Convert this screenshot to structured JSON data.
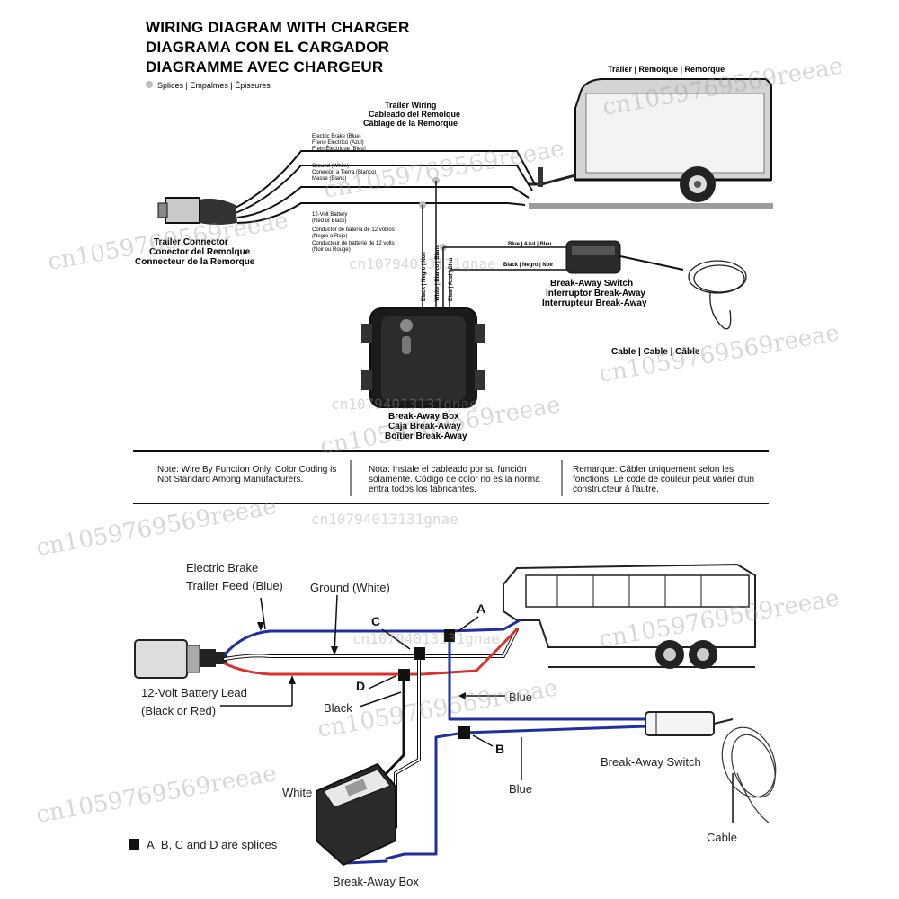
{
  "top_diagram": {
    "title_lines": [
      "WIRING DIAGRAM WITH CHARGER",
      "DIAGRAMA CON EL CARGADOR",
      "DIAGRAMME AVEC CHARGEUR"
    ],
    "splices_legend": "Splices | Empalmes | Épissures",
    "trailer_label": "Trailer | Remolque | Remorque",
    "trailer_wiring": [
      "Trailer Wiring",
      "Cableado del Remolque",
      "Câblage de la Remorque"
    ],
    "electric_brake": [
      "Electric Brake (Blue)",
      "Freno Eléctrico (Azul)",
      "Frein Électrique (Bleu)"
    ],
    "ground": [
      "Ground (White)",
      "Conexión a Tierra (Blanco)",
      "Masse (Blanc)"
    ],
    "battery": [
      "12-Volt Battery",
      "(Red or Black)",
      "Conductor de batería de 12 voltios",
      "(Negro o Rojo)",
      "Conducteur de batterie de 12 volts",
      "(Noir ou Rouge)"
    ],
    "trailer_connector": [
      "Trailer Connector",
      "Conector del Remolque",
      "Connecteur de la Remorque"
    ],
    "wire_black": "Black | Negro | Noir",
    "wire_white": "White | Blanco | Blanc",
    "wire_blue": "Blue | Azul | Bleu",
    "switch_blue": "Blue | Azul | Bleu",
    "switch_black": "Black | Negro | Noir",
    "breakaway_switch": [
      "Break-Away Switch",
      "Interruptor Break-Away",
      "Interrupteur Break-Away"
    ],
    "cable": "Cable | Cable | Câble",
    "breakaway_box": [
      "Break-Away Box",
      "Caja Break-Away",
      "Boîtier Break-Away"
    ],
    "notes": [
      "Note: Wire By Function Only. Color Coding is Not Standard Among Manufacturers.",
      "Nota: Instale el cableado por su función solamente. Código de color no es la norma entra todos los fabricantes.",
      "Remarque: Câbler uniquement selon les fonctions. Le code de couleur peut varier d'un constructeur à l'autre."
    ]
  },
  "bottom_diagram": {
    "electric_brake": [
      "Electric Brake",
      "Trailer Feed (Blue)"
    ],
    "ground": "Ground (White)",
    "battery_lead": [
      "12-Volt Battery Lead",
      "(Black or Red)"
    ],
    "splice_letters": [
      "A",
      "B",
      "C",
      "D"
    ],
    "black": "Black",
    "blue_1": "Blue",
    "blue_2": "Blue",
    "white": "White",
    "breakaway_switch": "Break-Away Switch",
    "cable": "Cable",
    "legend": "A, B, C and D are splices",
    "breakaway_box": "Break-Away Box"
  },
  "watermarks": [
    "cn1059769569reeae",
    "cn10794013131gnae"
  ],
  "colors": {
    "blue_wire": "#1f2fa0",
    "red_wire": "#d9322c",
    "black_wire": "#111111",
    "white_wire": "#ffffff",
    "gray": "#9a9a9a"
  }
}
